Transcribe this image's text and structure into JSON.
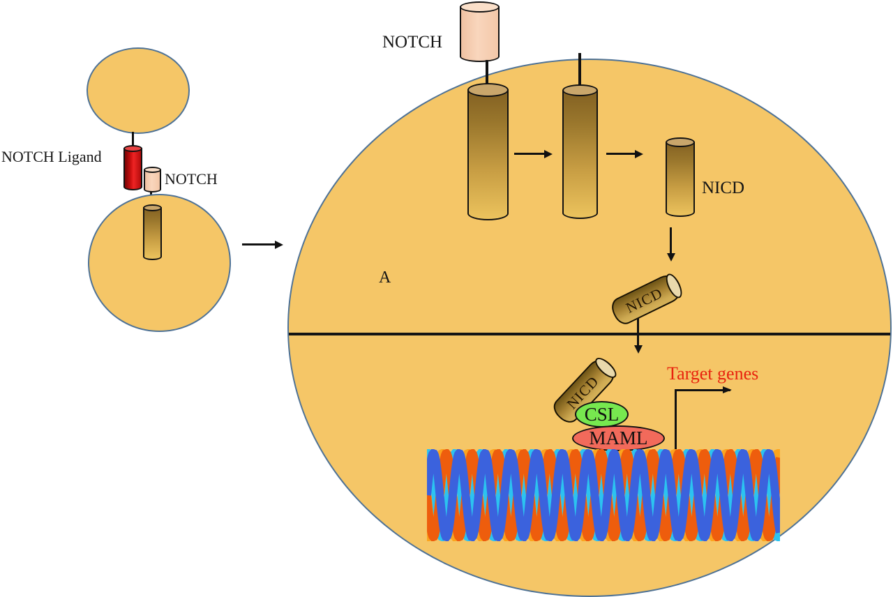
{
  "figure": {
    "panel_label": "A",
    "left_panel": {
      "ligand_label": "NOTCH Ligand",
      "receptor_label": "NOTCH"
    },
    "cell_panel": {
      "receptor_label": "NOTCH",
      "nicd_label": "NICD",
      "nicd_capsule_cytoplasm_label": "NICD",
      "nicd_capsule_nucleus_label": "NICD",
      "csl_label": "CSL",
      "maml_label": "MAML",
      "target_genes_label": "Target genes"
    }
  },
  "colors": {
    "cell_fill": "#F5C667",
    "cell_border": "#4E7296",
    "membrane_divider": "#141414",
    "notch_receptor_pink": "#F7CEB2",
    "ligand_red": "#D81313",
    "cylinder_tan_dark": "#826022",
    "cylinder_tan_light": "#ECC35D",
    "csl_green": "#77E84F",
    "maml_salmon": "#F26A5B",
    "target_genes_red": "#E8230E",
    "dna_orange": "#EE5D0D",
    "dna_amber": "#FCA41D",
    "dna_blue": "#3B62DD",
    "dna_cyan": "#2CC3F0"
  }
}
